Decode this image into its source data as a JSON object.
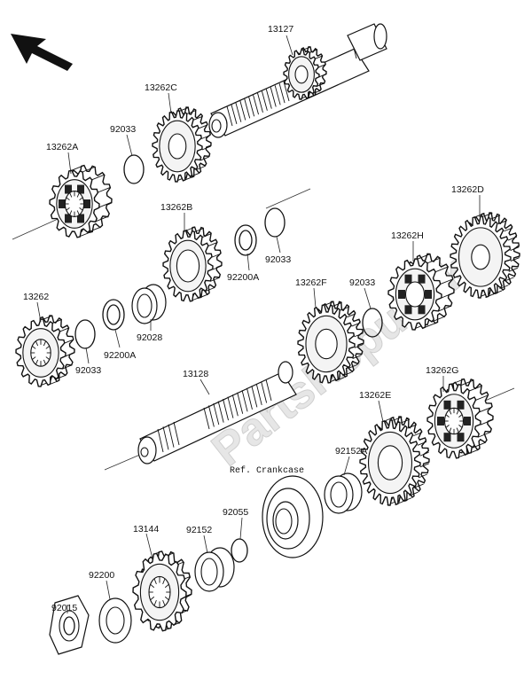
{
  "diagram": {
    "arrow_icon": "direction-arrow-icon",
    "labels": {
      "p13127": "13127",
      "p13262C": "13262C",
      "p92033_top": "92033",
      "p13262A": "13262A",
      "p13262B": "13262B",
      "p92200A_mid": "92200A",
      "p92033_mid": "92033",
      "p13262D": "13262D",
      "p13262H": "13262H",
      "p13262": "13262",
      "p92033_left": "92033",
      "p92200A_left": "92200A",
      "p92028": "92028",
      "p13262F": "13262F",
      "p92033_right": "92033",
      "p13128": "13128",
      "p13262G": "13262G",
      "p13262E": "13262E",
      "ref_crankcase": "Ref. Crankcase",
      "p92152A": "92152A",
      "p92055": "92055",
      "p13144": "13144",
      "p92152": "92152",
      "p92200": "92200",
      "p92015": "92015"
    },
    "watermark": "PartsRepublik"
  }
}
